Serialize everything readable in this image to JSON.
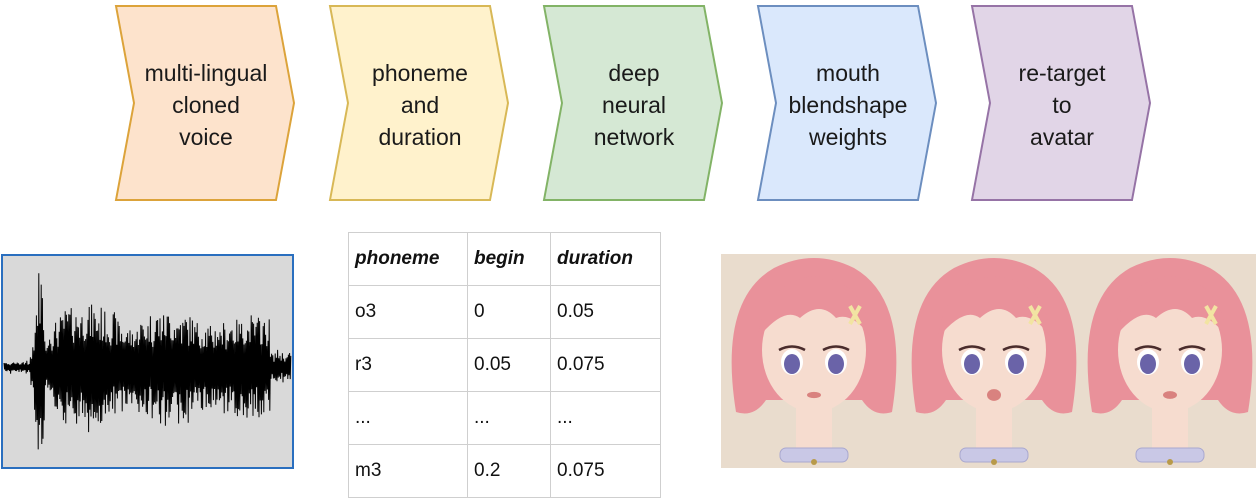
{
  "pipeline": [
    {
      "lines": [
        "multi-lingual",
        "cloned",
        "voice"
      ],
      "fill": "#fde3cc",
      "stroke": "#dca33a"
    },
    {
      "lines": [
        "phoneme",
        "and",
        "duration"
      ],
      "fill": "#fff2cc",
      "stroke": "#d8b856"
    },
    {
      "lines": [
        "deep",
        "neural",
        "network"
      ],
      "fill": "#d5e8d4",
      "stroke": "#82b366"
    },
    {
      "lines": [
        "mouth",
        "blendshape",
        "weights"
      ],
      "fill": "#dae8fc",
      "stroke": "#6c8ebf"
    },
    {
      "lines": [
        "re-target",
        "to",
        "avatar"
      ],
      "fill": "#e1d5e7",
      "stroke": "#9673a6"
    }
  ],
  "waveform": {
    "background": "#d9d9d9",
    "border": "#2a6fbf",
    "color": "#000000"
  },
  "phoneme_table": {
    "headers": {
      "phoneme": "phoneme",
      "begin": "begin",
      "duration": "duration"
    },
    "rows": [
      {
        "phoneme": "o3",
        "begin": "0",
        "duration": "0.05"
      },
      {
        "phoneme": "r3",
        "begin": "0.05",
        "duration": "0.075"
      },
      {
        "phoneme": "...",
        "begin": "...",
        "duration": "..."
      },
      {
        "phoneme": "m3",
        "begin": "0.2",
        "duration": "0.075"
      }
    ]
  },
  "avatar_frames": {
    "count": 3,
    "hair": "#e9919a",
    "skin": "#f6dccf",
    "background": "#e9dccd",
    "eyes": "#6a63a8",
    "mouth_open": [
      0.2,
      0.55,
      0.3
    ]
  }
}
